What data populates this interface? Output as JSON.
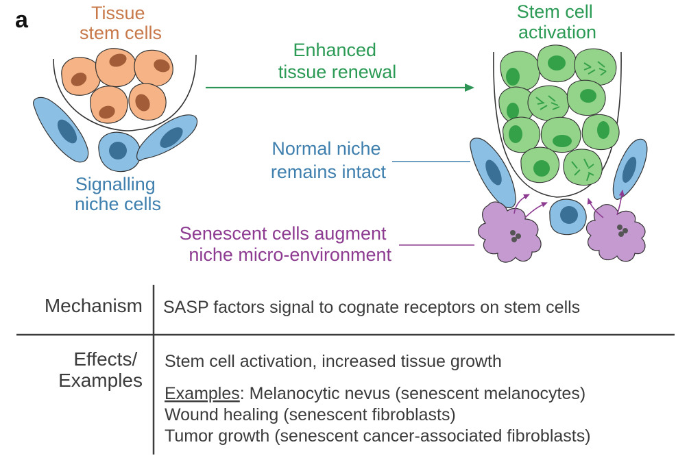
{
  "panel_label": "a",
  "labels": {
    "tissue_stem_cells": [
      "Tissue",
      "stem cells"
    ],
    "signalling_niche_cells": [
      "Signalling",
      "niche cells"
    ],
    "enhanced_renewal": [
      "Enhanced",
      "tissue renewal"
    ],
    "stem_cell_activation": [
      "Stem cell",
      "activation"
    ],
    "normal_niche": [
      "Normal niche",
      "remains intact"
    ],
    "senescent_cells": [
      "Senescent cells augment",
      "niche micro-environment"
    ]
  },
  "colors": {
    "tissue_stem": "#c8794a",
    "stem_fill": "#f6b486",
    "stem_nucleus": "#a25c38",
    "green_text": "#2a9a54",
    "green_fill": "#93d38a",
    "green_nucleus": "#34a148",
    "niche_blue": "#3f7fae",
    "niche_fill": "#8cbfe4",
    "niche_nucleus": "#3a6f96",
    "senescent_purple": "#8d3a91",
    "senescent_fill": "#c59ad0",
    "arrow_green": "#2e9455"
  },
  "table": {
    "mechanism_header": "Mechanism",
    "mechanism_text": "SASP factors signal to cognate receptors on stem cells",
    "effects_header": [
      "Effects/",
      "Examples"
    ],
    "effects_line1": "Stem cell activation, increased tissue growth",
    "examples_label": "Examples",
    "examples_rest": ": Melanocytic nevus (senescent melanocytes)",
    "effects_line3": "Wound healing (senescent fibroblasts)",
    "effects_line4": "Tumor growth (senescent cancer-associated fibroblasts)"
  }
}
